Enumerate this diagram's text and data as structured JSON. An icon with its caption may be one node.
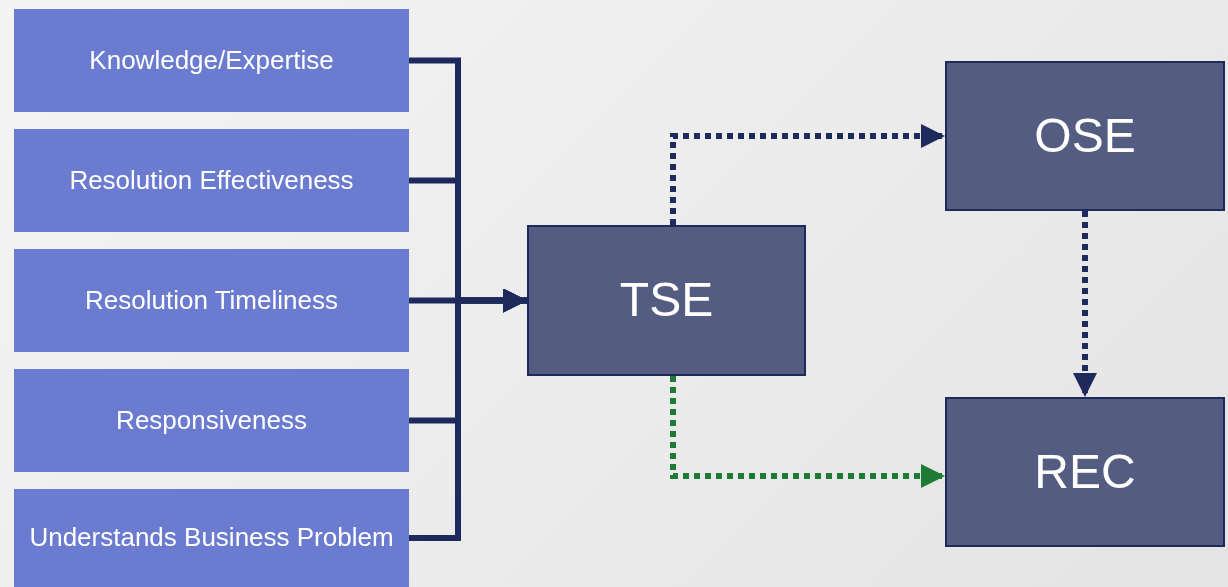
{
  "diagram": {
    "nodes": [
      {
        "text": [
          "Knowledge/Expertise"
        ]
      },
      {
        "text": [
          "Resolution Effectiveness"
        ]
      },
      {
        "text": [
          "Resolution Timeliness"
        ]
      },
      {
        "text": [
          "Responsiveness"
        ]
      },
      {
        "text": [
          "Understands Business Problem"
        ]
      },
      {
        "text": [
          "TSE"
        ]
      },
      {
        "text": [
          "OSE"
        ]
      },
      {
        "text": [
          "REC"
        ]
      }
    ],
    "edges": [
      {
        "from": 0,
        "to": 5,
        "arrow": "to"
      },
      {
        "from": 1,
        "to": 5,
        "arrow": "to"
      },
      {
        "from": 2,
        "to": 5,
        "arrow": "to"
      },
      {
        "from": 3,
        "to": 5,
        "arrow": "to"
      },
      {
        "from": 4,
        "to": 5,
        "arrow": "to"
      },
      {
        "from": 5,
        "to": 6,
        "arrow": "to",
        "style": "dashed"
      },
      {
        "from": 6,
        "to": 7,
        "arrow": "to",
        "style": "dashed"
      },
      {
        "from": 5,
        "to": 7,
        "arrow": "to",
        "style": "dashed",
        "color": "#1e7b34"
      }
    ]
  }
}
